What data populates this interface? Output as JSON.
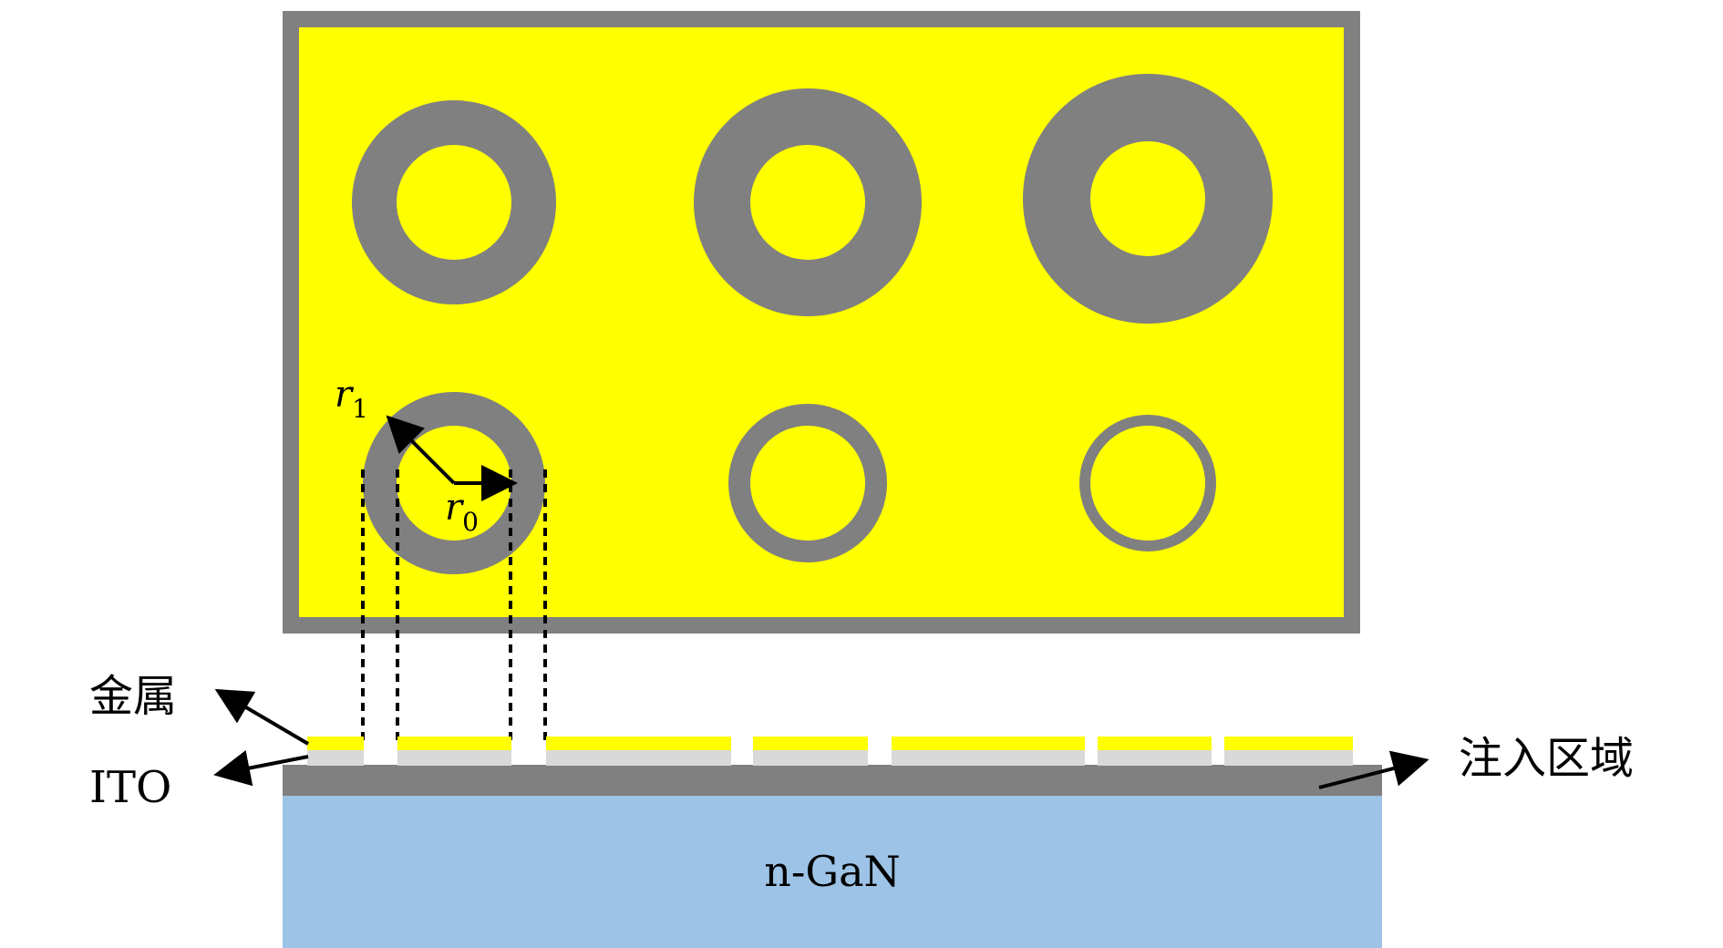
{
  "colors": {
    "metal": "#ffff00",
    "frame": "#808080",
    "ito": "#d9d9d9",
    "injection_layer": "#808080",
    "substrate": "#9dc3e6",
    "arrow": "#000000"
  },
  "labels": {
    "metal": "金属",
    "ito": "ITO",
    "injection_region": "注入区域",
    "substrate": "n-GaN",
    "r1_symbol": "r",
    "r1_sub": "1",
    "r0_symbol": "r",
    "r0_sub": "0"
  }
}
